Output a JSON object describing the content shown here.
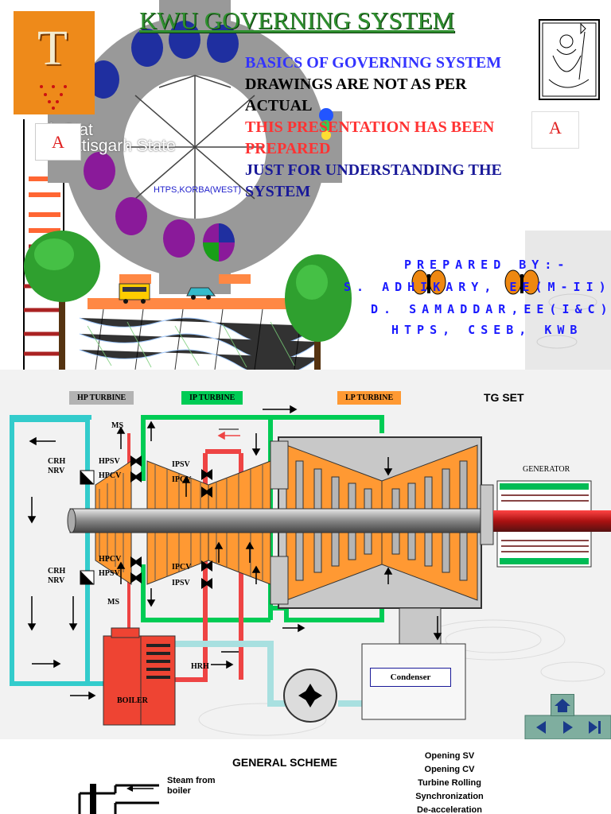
{
  "slide1": {
    "title": "KWU GOVERNING SYSTEM",
    "lines": [
      {
        "text": "BASICS OF GOVERNING SYSTEM",
        "color": "#3333ff"
      },
      {
        "text": "DRAWINGS ARE NOT AS PER",
        "color": "#000000"
      },
      {
        "text": "ACTUAL",
        "color": "#000000"
      },
      {
        "text": "THIS PRESENTATION HAS BEEN",
        "color": "#ff3333"
      },
      {
        "text": "PREPARED",
        "color": "#ff3333"
      },
      {
        "text": "JUST FOR UNDERSTANDING THE",
        "color": "#1a1a99"
      },
      {
        "text": "SYSTEM",
        "color": "#1a1a99"
      }
    ],
    "logo_letter": "T",
    "a_letter": "A",
    "bg_text_1": "h Stat",
    "bg_text_2": "hhattisgarh State",
    "plant_label": "HTPS,KORBA(WEST)",
    "prepared": [
      "PREPARED BY:-",
      "S. ADHIKARY, EE(M-II),",
      "D. SAMADDAR,EE(I&C)",
      "HTPS, CSEB, KWB"
    ]
  },
  "slide2": {
    "tags": {
      "hp": "HP TURBINE",
      "ip": "IP TURBINE",
      "lp": "LP TURBINE"
    },
    "tg_set": "TG SET",
    "generator": "GENERATOR",
    "condenser": "Condenser",
    "boiler": "BOILER",
    "labels": {
      "ms_top": "MS",
      "ms_bottom": "MS",
      "crh_top": "CRH\nNRV",
      "crh_bottom": "CRH\nNRV",
      "hpsv_top": "HPSV",
      "hpcv_top": "HPCV",
      "hpcv_bottom": "HPCV",
      "hpsv_bottom": "HPSV",
      "ipsv_top": "IPSV",
      "ipcv_top": "IPCV",
      "ipcv_bottom": "IPCV",
      "ipsv_bottom": "IPSV",
      "hrh": "HRH"
    }
  },
  "slide3": {
    "heading": "GENERAL SCHEME",
    "steam": "Steam from\nboiler",
    "steps": [
      "Opening SV",
      "Opening CV",
      "Turbine Rolling",
      "Synchronization",
      "De-acceleration"
    ]
  },
  "colors": {
    "hp": "#b3b3b3",
    "ip": "#00cc55",
    "lp": "#ff9933",
    "steam_red": "#ee4444",
    "cyan_pipe": "#33cccc",
    "blue_text": "#1a1aff"
  }
}
